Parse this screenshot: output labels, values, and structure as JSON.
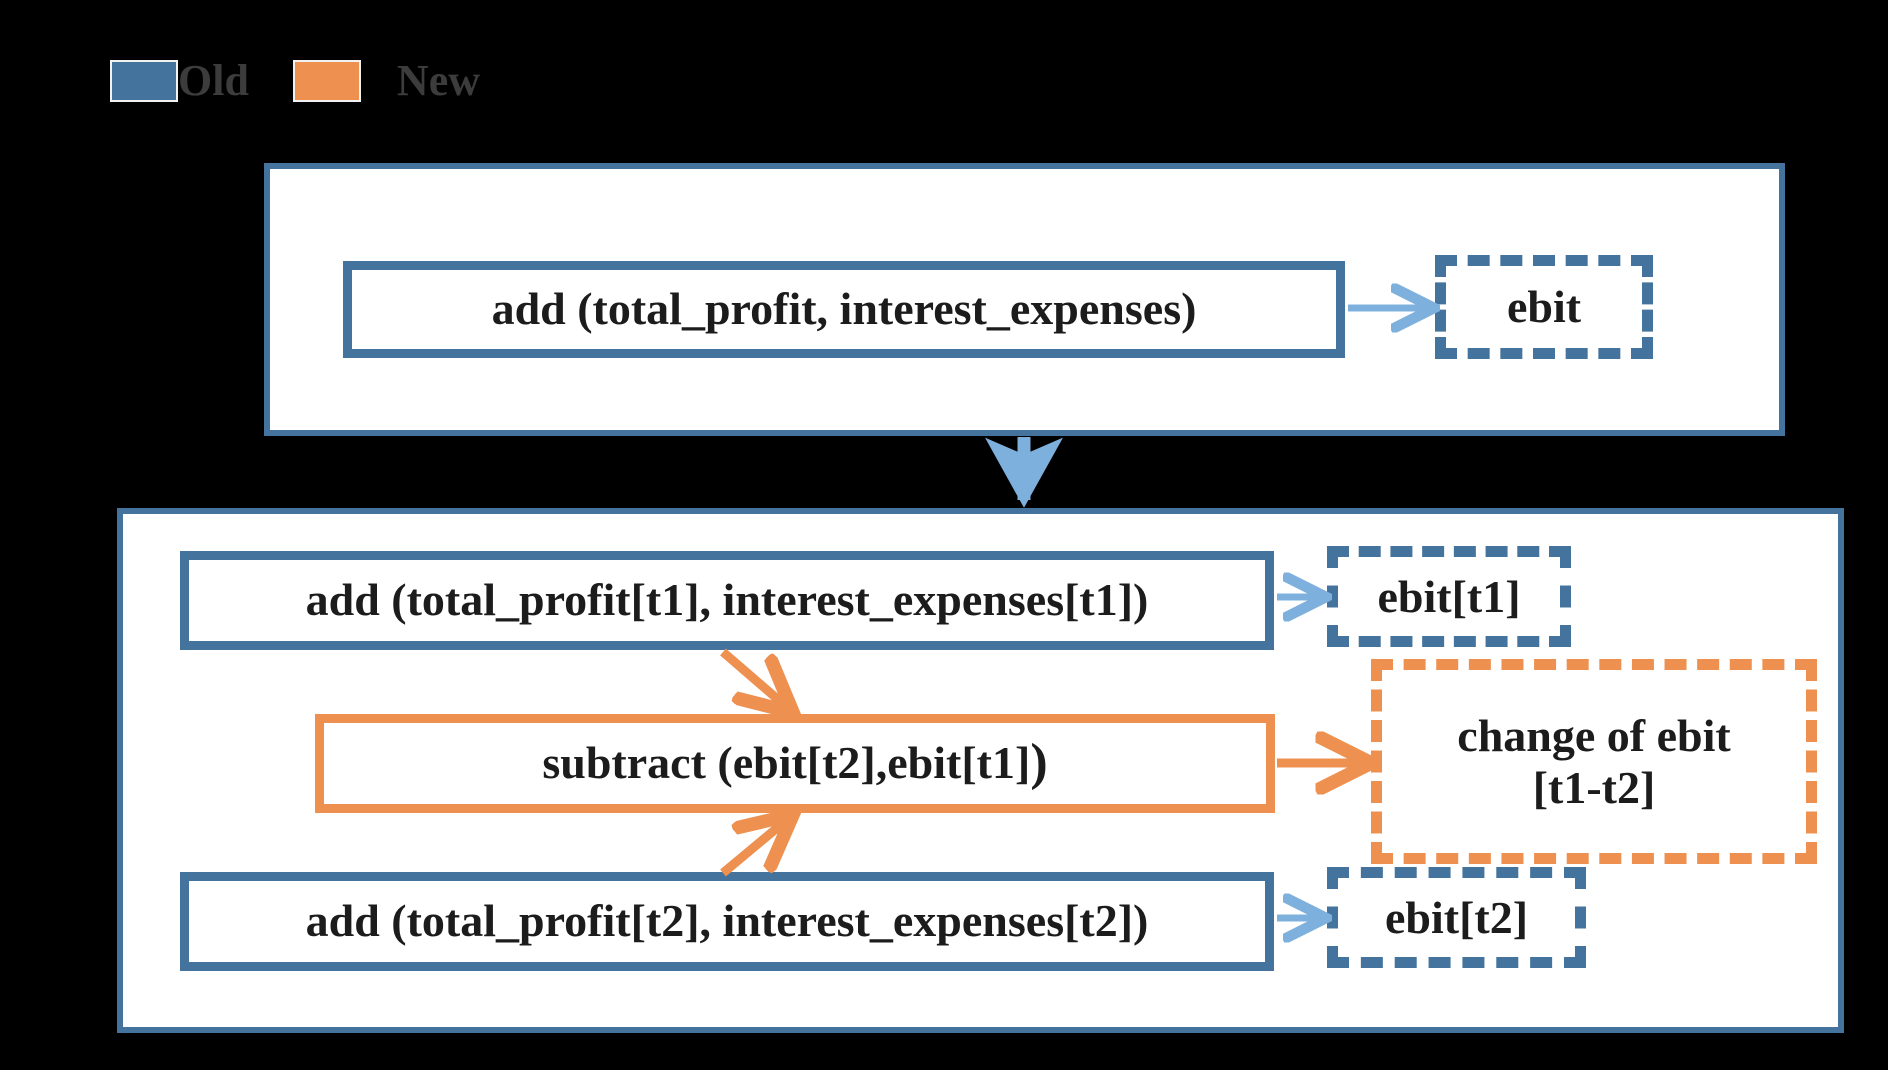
{
  "legend": {
    "items": [
      {
        "label": "Old",
        "color": "#44749d",
        "key": "old"
      },
      {
        "label": "New",
        "color": "#ed9050",
        "key": "new"
      }
    ]
  },
  "panels": {
    "old": {
      "name": "old-approach-panel",
      "border_color": "#44749d",
      "operation": {
        "label": "add (total_profit, interest_expenses)",
        "border_color": "#44749d"
      },
      "output": {
        "label": "ebit",
        "border_color": "#44749d",
        "style": "dashed"
      }
    },
    "new": {
      "name": "new-approach-panel",
      "border_color": "#44749d",
      "operations": [
        {
          "label": "add (total_profit[t1], interest_expenses[t1])",
          "border_color": "#44749d"
        },
        {
          "label_main": "subtract (ebit[t2],ebit[t1]",
          "label_tail": ")",
          "label": "subtract (ebit[t2],ebit[t1])",
          "border_color": "#ed9050"
        },
        {
          "label": "add (total_profit[t2], interest_expenses[t2])",
          "border_color": "#44749d"
        }
      ],
      "outputs": [
        {
          "label": "ebit[t1]",
          "border_color": "#44749d",
          "style": "dashed"
        },
        {
          "label_line1": "change of ebit",
          "label_line2": "[t1-t2]",
          "border_color": "#ed9050",
          "style": "dashed"
        },
        {
          "label": "ebit[t2]",
          "border_color": "#44749d",
          "style": "dashed"
        }
      ]
    }
  },
  "arrows": {
    "old_add_to_ebit": {
      "color": "#7eb0dd",
      "direction": "right"
    },
    "old_panel_to_new_panel": {
      "color": "#7eb0dd",
      "direction": "down"
    },
    "add_t1_to_ebit_t1": {
      "color": "#7eb0dd",
      "direction": "right"
    },
    "add_t2_to_ebit_t2": {
      "color": "#7eb0dd",
      "direction": "right"
    },
    "ebit_t1_to_subtract": {
      "color": "#ed9050",
      "direction": "down-right"
    },
    "ebit_t2_to_subtract": {
      "color": "#ed9050",
      "direction": "up-right"
    },
    "subtract_to_change_of_ebit": {
      "color": "#ed9050",
      "direction": "right"
    }
  },
  "colors": {
    "background": "#000000",
    "panel_fill": "#ffffff",
    "old_blue": "#44749d",
    "new_orange": "#ed9050",
    "arrow_blue": "#7eb0dd",
    "text": "#1c1c1c",
    "legend_text": "#3c3c3c"
  }
}
